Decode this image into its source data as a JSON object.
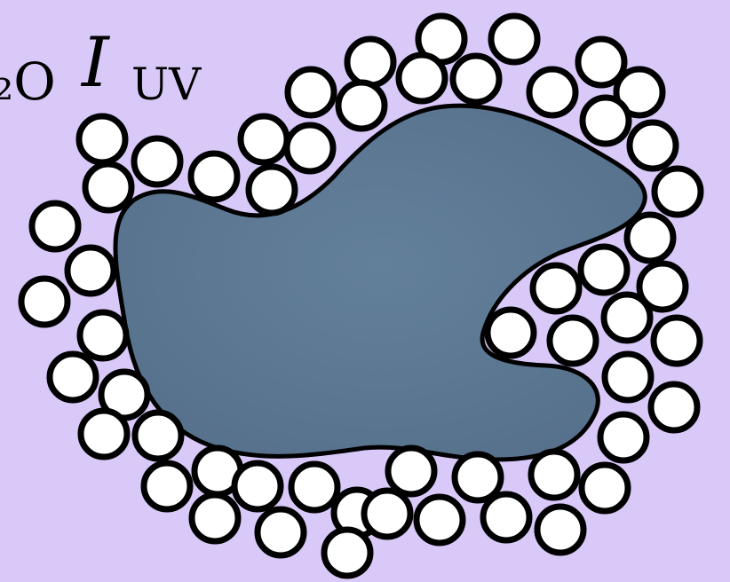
{
  "label": {
    "prefix": "₂O",
    "main": "I",
    "subscript": "UV"
  },
  "colors": {
    "background": "#d9c9f9",
    "blob": "#5e7893",
    "particle_fill": "#ffffff",
    "outline": "#000000"
  }
}
